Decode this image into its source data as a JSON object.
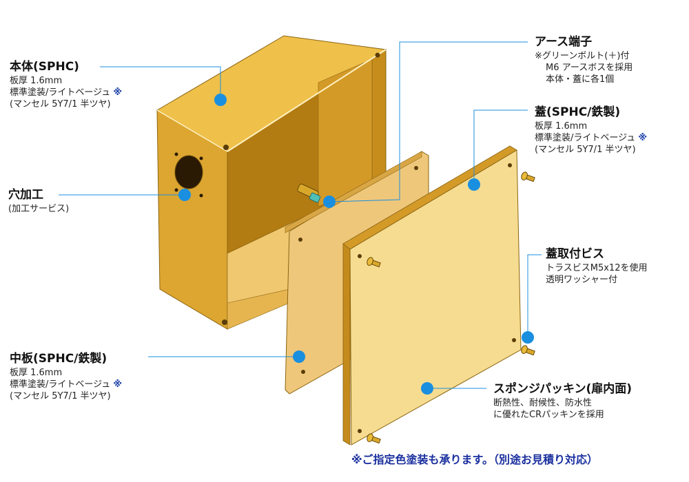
{
  "colors": {
    "box": "#e0aa33",
    "panel": "#f0d488",
    "accent": "#1a8fe0",
    "note": "#1a3fa8"
  },
  "labels": {
    "body": {
      "title": "本体(SPHC)",
      "lines": [
        "板厚 1.6mm",
        "標準塗装/ライトベージュ",
        "(マンセル 5Y7/1 半ツヤ)"
      ],
      "mark": "※"
    },
    "hole": {
      "title": "穴加工",
      "lines": [
        "(加工サービス)"
      ]
    },
    "earth": {
      "title": "アース端子",
      "lines": [
        "※グリーンボルト(＋)付",
        "M6 アースボスを採用",
        "本体・蓋に各1個"
      ]
    },
    "lid": {
      "title": "蓋(SPHC/鉄製)",
      "lines": [
        "板厚 1.6mm",
        "標準塗装/ライトベージュ",
        "(マンセル 5Y7/1 半ツヤ)"
      ],
      "mark": "※"
    },
    "screw": {
      "title": "蓋取付ビス",
      "lines": [
        "トラスビスM5x12を使用",
        "透明ワッシャー付"
      ]
    },
    "middle": {
      "title": "中板(SPHC/鉄製)",
      "lines": [
        "板厚 1.6mm",
        "標準塗装/ライトベージュ",
        "(マンセル 5Y7/1 半ツヤ)"
      ],
      "mark": "※"
    },
    "sponge": {
      "title": "スポンジパッキン(扉内面)",
      "lines": [
        "断熱性、耐候性、防水性",
        "に優れたCRパッキンを採用"
      ]
    }
  },
  "footer_note": "※ご指定色塗装も承ります。（別途お見積り対応）"
}
